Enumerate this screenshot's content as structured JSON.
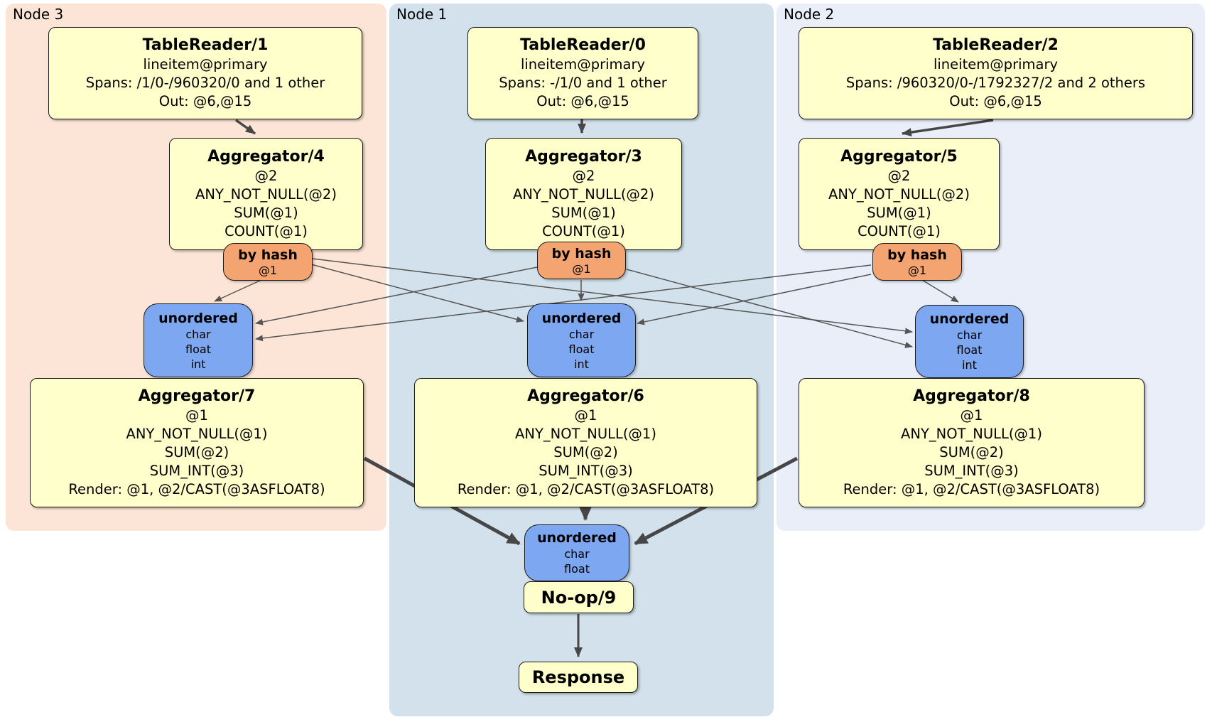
{
  "panels": {
    "node3": {
      "label": "Node 3"
    },
    "node1": {
      "label": "Node 1"
    },
    "node2": {
      "label": "Node 2"
    }
  },
  "colors": {
    "node3_bg": "#fce4d6",
    "node1_bg": "#d2e1eb",
    "node2_bg": "#e9eef8",
    "processor_bg": "#ffffcc",
    "router_bg": "#f4a470",
    "sync_bg": "#7da7f0",
    "edge_thin": "#555555",
    "edge_thick": "#474747"
  },
  "boxes": {
    "tr1": {
      "title": "TableReader/1",
      "lines": [
        "lineitem@primary",
        "Spans: /1/0-/960320/0 and 1 other",
        "Out: @6,@15"
      ]
    },
    "tr0": {
      "title": "TableReader/0",
      "lines": [
        "lineitem@primary",
        "Spans: -/1/0 and 1 other",
        "Out: @6,@15"
      ]
    },
    "tr2": {
      "title": "TableReader/2",
      "lines": [
        "lineitem@primary",
        "Spans: /960320/0-/1792327/2 and 2 others",
        "Out: @6,@15"
      ]
    },
    "agg4": {
      "title": "Aggregator/4",
      "lines": [
        "@2",
        "ANY_NOT_NULL(@2)",
        "SUM(@1)",
        "COUNT(@1)"
      ]
    },
    "agg3": {
      "title": "Aggregator/3",
      "lines": [
        "@2",
        "ANY_NOT_NULL(@2)",
        "SUM(@1)",
        "COUNT(@1)"
      ]
    },
    "agg5": {
      "title": "Aggregator/5",
      "lines": [
        "@2",
        "ANY_NOT_NULL(@2)",
        "SUM(@1)",
        "COUNT(@1)"
      ]
    },
    "agg7": {
      "title": "Aggregator/7",
      "lines": [
        "@1",
        "ANY_NOT_NULL(@1)",
        "SUM(@2)",
        "SUM_INT(@3)",
        "Render: @1, @2/CAST(@3ASFLOAT8)"
      ]
    },
    "agg6": {
      "title": "Aggregator/6",
      "lines": [
        "@1",
        "ANY_NOT_NULL(@1)",
        "SUM(@2)",
        "SUM_INT(@3)",
        "Render: @1, @2/CAST(@3ASFLOAT8)"
      ]
    },
    "agg8": {
      "title": "Aggregator/8",
      "lines": [
        "@1",
        "ANY_NOT_NULL(@1)",
        "SUM(@2)",
        "SUM_INT(@3)",
        "Render: @1, @2/CAST(@3ASFLOAT8)"
      ]
    },
    "router3": {
      "title": "by hash",
      "sub": "@1"
    },
    "router1": {
      "title": "by hash",
      "sub": "@1"
    },
    "router2": {
      "title": "by hash",
      "sub": "@1"
    },
    "sync3": {
      "title": "unordered",
      "items": [
        "char",
        "float",
        "int"
      ]
    },
    "sync1": {
      "title": "unordered",
      "items": [
        "char",
        "float",
        "int"
      ]
    },
    "sync2": {
      "title": "unordered",
      "items": [
        "char",
        "float",
        "int"
      ]
    },
    "syncFinal": {
      "title": "unordered",
      "items": [
        "char",
        "float"
      ]
    },
    "noop": {
      "title": "No-op/9"
    },
    "response": {
      "title": "Response"
    }
  }
}
